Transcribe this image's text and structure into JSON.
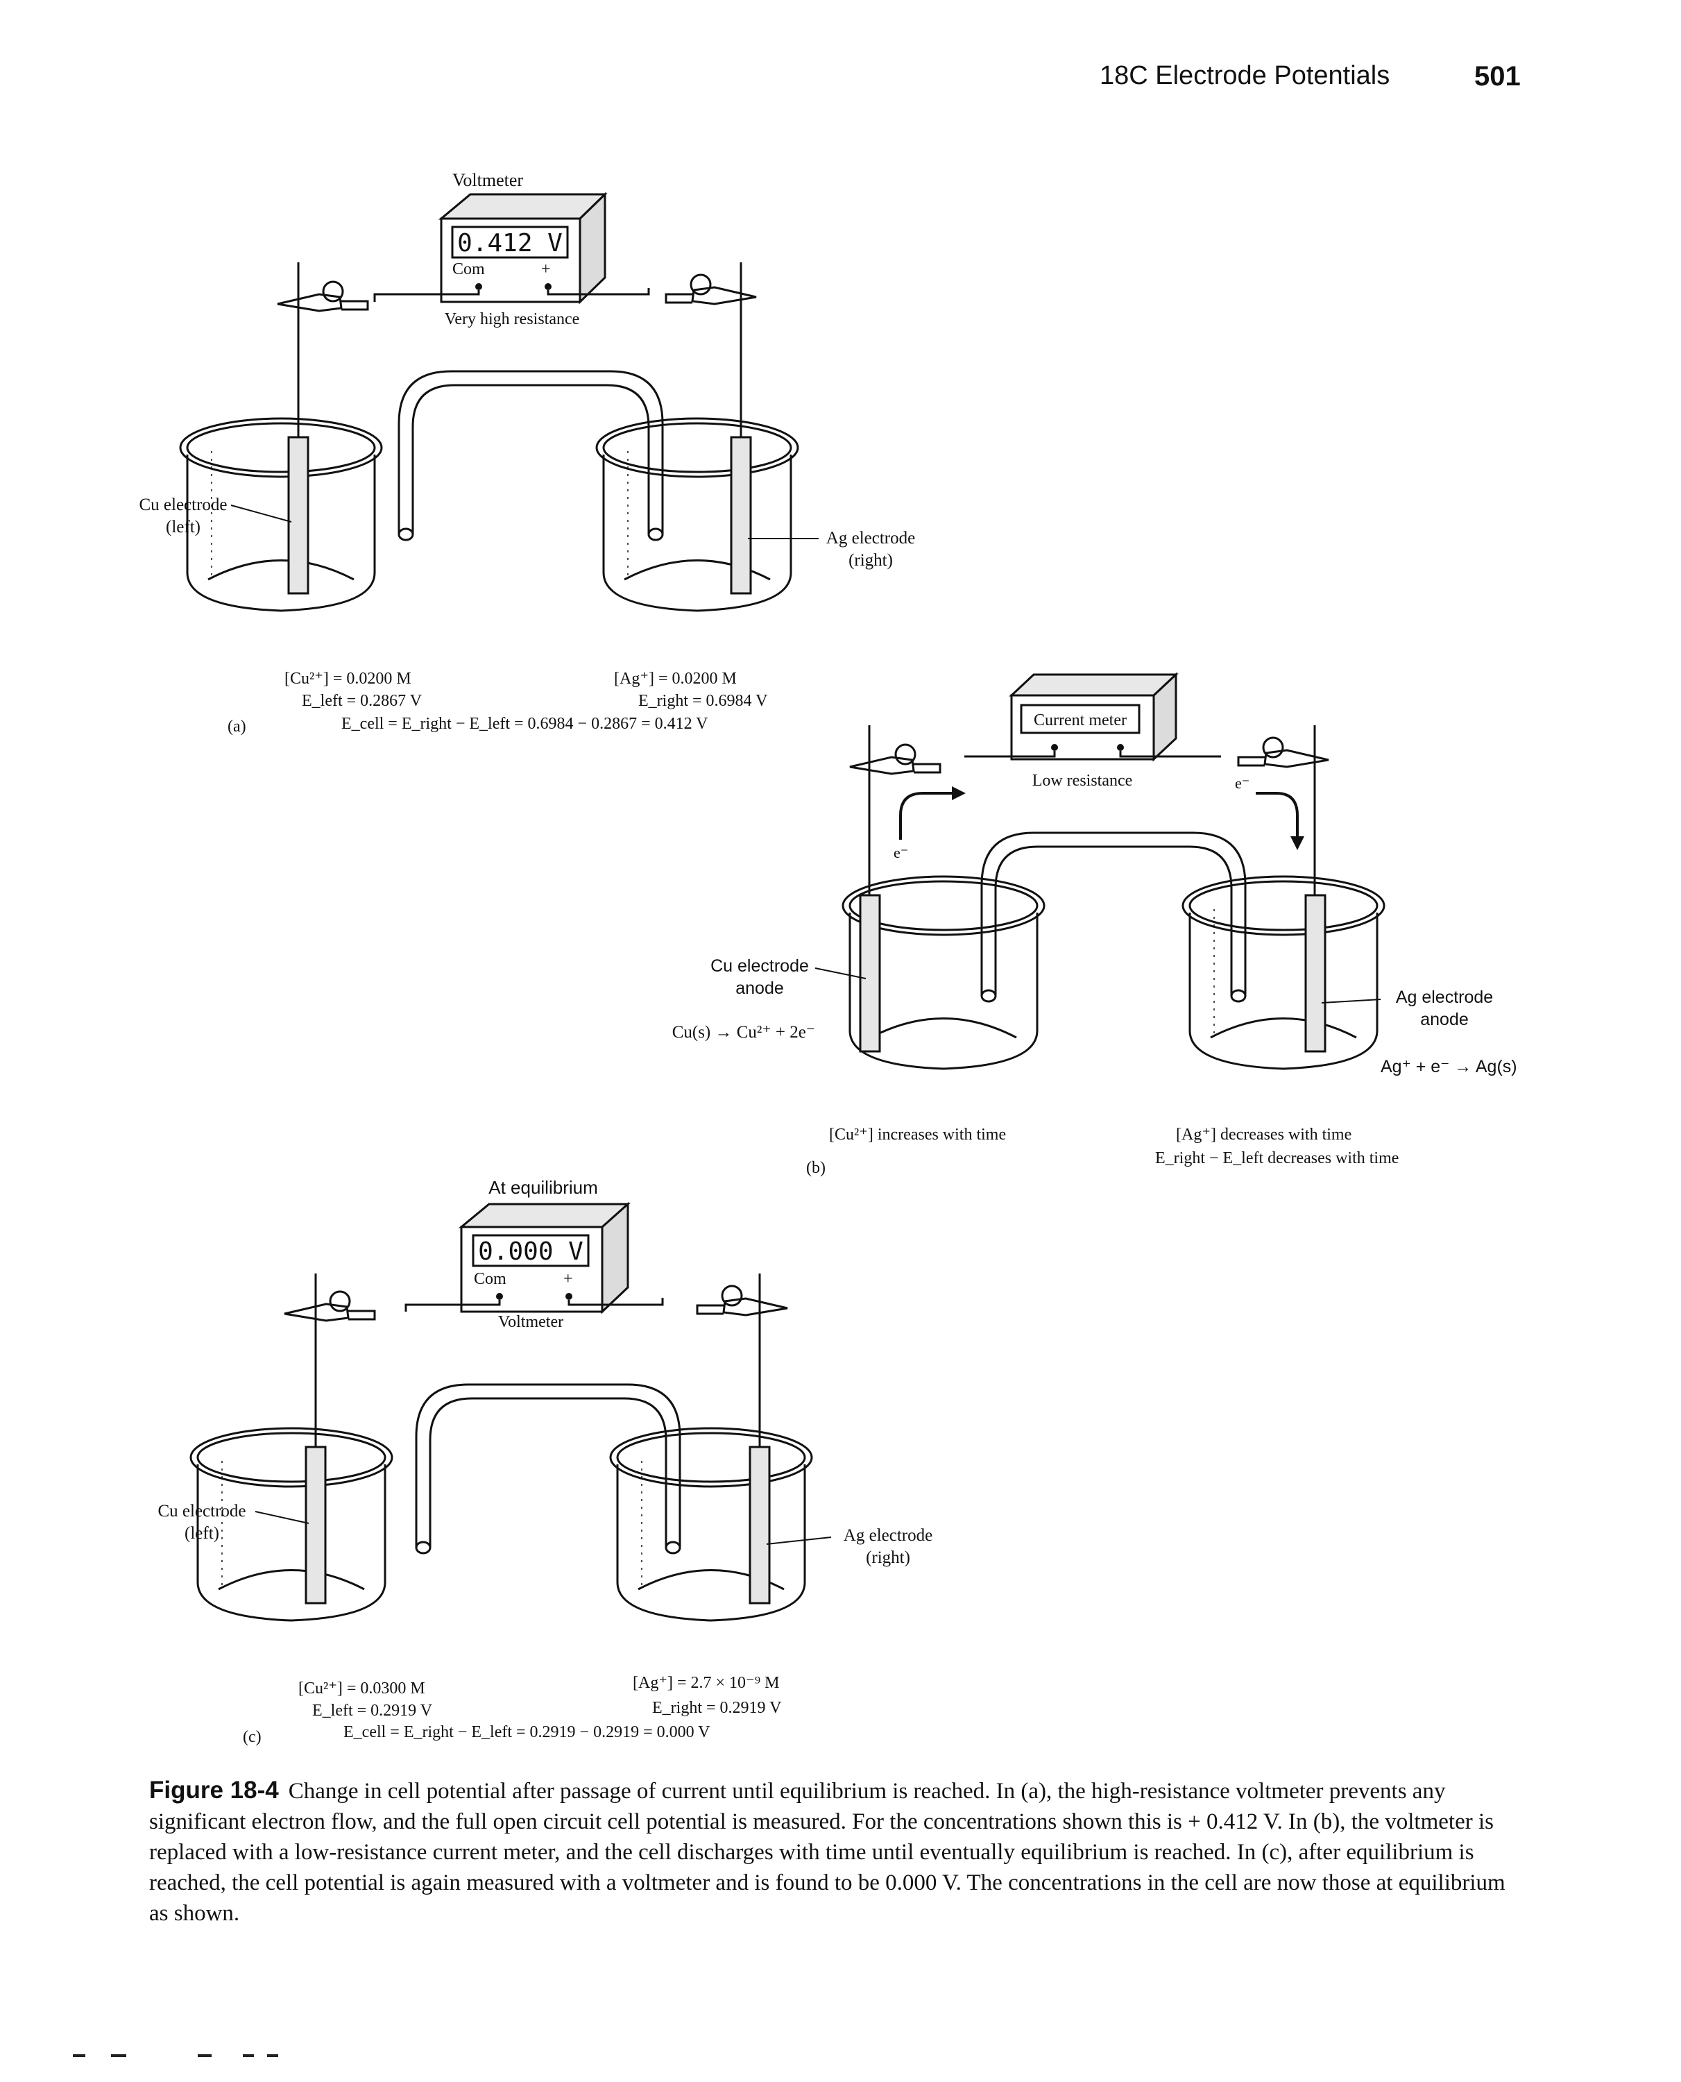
{
  "header": {
    "section": "18C Electrode Potentials",
    "page_number": "501"
  },
  "panel_a": {
    "meter_title": "Voltmeter",
    "display": "0.412 V",
    "com_label": "Com",
    "plus_label": "+",
    "resistance_note": "Very high resistance",
    "left_electrode": [
      "Cu electrode",
      "(left)"
    ],
    "right_electrode": [
      "Ag electrode",
      "(right)"
    ],
    "left_conc": "[Cu²⁺] = 0.0200 M",
    "left_potential": "E_left = 0.2867 V",
    "right_conc": "[Ag⁺] = 0.0200 M",
    "right_potential": "E_right = 0.6984 V",
    "cell_eq": "E_cell = E_right − E_left = 0.6984 − 0.2867 = 0.412 V",
    "letter": "(a)"
  },
  "panel_b": {
    "meter_title": "Current meter",
    "resistance_note": "Low resistance",
    "electron_left": "e⁻",
    "electron_right": "e⁻",
    "left_electrode": [
      "Cu electrode",
      "anode"
    ],
    "left_reaction": "Cu(s) → Cu²⁺ + 2e⁻",
    "right_electrode": [
      "Ag electrode",
      "anode"
    ],
    "right_reaction": "Ag⁺ + e⁻ → Ag(s)",
    "left_note": "[Cu²⁺] increases with time",
    "right_note_1": "[Ag⁺] decreases with time",
    "right_note_2": "E_right − E_left decreases with time",
    "letter": "(b)"
  },
  "panel_c": {
    "meter_title": "At equilibrium",
    "display": "0.000 V",
    "com_label": "Com",
    "plus_label": "+",
    "meter_label": "Voltmeter",
    "left_electrode": [
      "Cu electrode",
      "(left)"
    ],
    "right_electrode": [
      "Ag electrode",
      "(right)"
    ],
    "left_conc": "[Cu²⁺] = 0.0300 M",
    "left_potential": "E_left = 0.2919 V",
    "right_conc": "[Ag⁺] = 2.7 × 10⁻⁹ M",
    "right_potential": "E_right = 0.2919 V",
    "cell_eq": "E_cell = E_right − E_left = 0.2919 − 0.2919 = 0.000 V",
    "letter": "(c)"
  },
  "caption": {
    "label": "Figure 18-4",
    "text": "Change in cell potential after passage of current until equilibrium is reached. In (a), the high-resistance voltmeter prevents any significant electron flow, and the full open circuit cell potential is measured. For the concentrations shown this is + 0.412 V. In (b), the voltmeter is replaced with a low-resistance current meter, and the cell discharges with time until eventually equilibrium is reached. In (c), after equilibrium is reached, the cell potential is again measured with a voltmeter and is found to be 0.000 V. The concentrations in the cell are now those at equilibrium as shown."
  }
}
